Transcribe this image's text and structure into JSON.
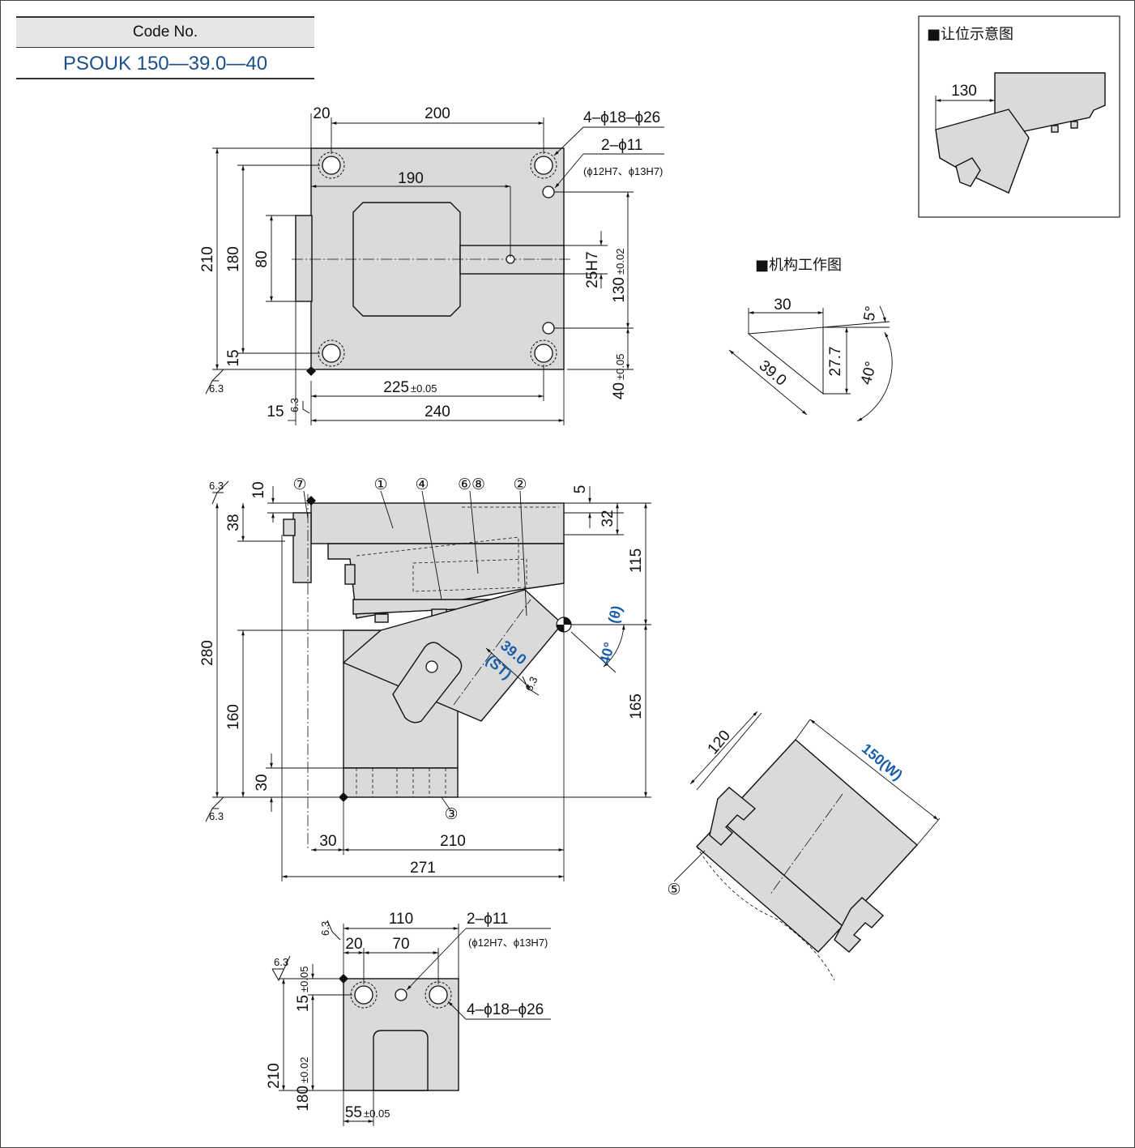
{
  "code": {
    "label": "Code No.",
    "value": "PSOUK 150—39.0—40"
  },
  "top_view": {
    "dims": [
      "20",
      "200",
      "190",
      "210",
      "180",
      "80",
      "15",
      "225",
      "240",
      "15",
      "25H7",
      "130",
      "40"
    ],
    "tol_225": "±0.05",
    "tol_130": "±0.02",
    "tol_40": "±0.05",
    "hole_big": "4–ϕ18–ϕ26",
    "hole_small": "2–ϕ11",
    "hole_small_note": "(ϕ12H7、ϕ13H7)",
    "roughness": "6.3"
  },
  "side_view": {
    "dims": [
      "10",
      "38",
      "5",
      "32",
      "115",
      "165",
      "280",
      "160",
      "30",
      "30",
      "210",
      "271"
    ],
    "angle": "40°",
    "angle_sym": "(θ)",
    "stroke": "39.0",
    "stroke_sym": "(ST)",
    "part_numbers": [
      "⑦",
      "①",
      "④",
      "⑥⑧",
      "②",
      "③",
      "⑤"
    ],
    "roughness": "6.3"
  },
  "front_view": {
    "dims": [
      "110",
      "20",
      "70",
      "15",
      "180",
      "210",
      "55"
    ],
    "tol_15": "±0.05",
    "tol_180": "±0.02",
    "tol_55": "±0.05",
    "hole_small": "2–ϕ11",
    "hole_small_note": "(ϕ12H7、ϕ13H7)",
    "hole_big": "4–ϕ18–ϕ26",
    "roughness": "6.3"
  },
  "clearance": {
    "title": "■让位示意图",
    "dim": "130"
  },
  "mechanism": {
    "title": "■机构工作图",
    "dims": [
      "30",
      "5°",
      "39.0",
      "27.7",
      "40°"
    ]
  },
  "width_view": {
    "dim_120": "120",
    "dim_w": "150(W)",
    "part": "⑤"
  }
}
